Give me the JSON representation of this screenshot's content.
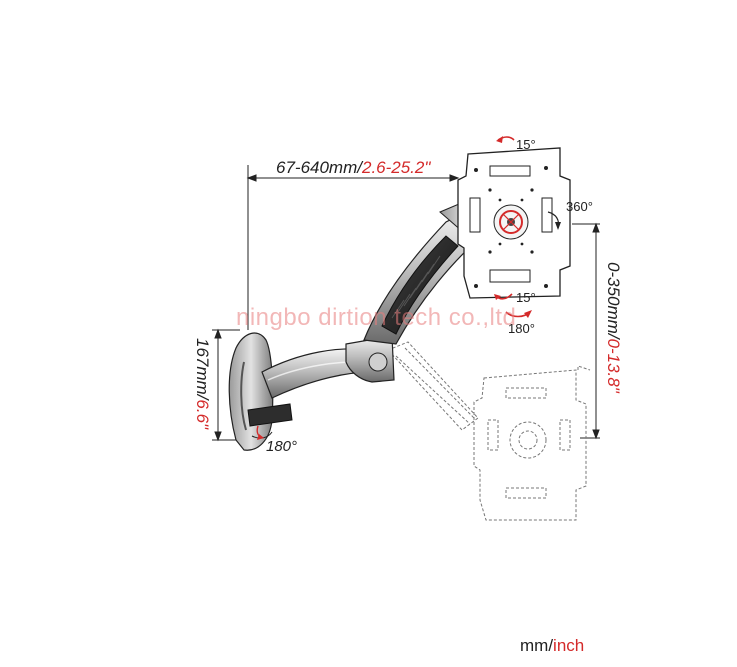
{
  "colors": {
    "accent": "#d42a2a",
    "line": "#222222",
    "arm_dark": "#2b2b2b",
    "arm_light": "#d9d9d9",
    "watermark": "#e87e7e"
  },
  "labels": {
    "width_black": "67-640mm/",
    "width_red": "2.6-25.2\"",
    "height_black": "0-350mm/",
    "height_red": "0-13.8\"",
    "base_black": "167mm/",
    "base_red": "6.6\"",
    "tilt_top": "15°",
    "tilt_bottom": "15°",
    "rotate_panel": "360°",
    "swivel_head": "180°",
    "swivel_base": "180°"
  },
  "watermark": "ningbo dirtion tech co.,ltd",
  "units_legend": {
    "primary": "mm/",
    "secondary": "inch"
  }
}
